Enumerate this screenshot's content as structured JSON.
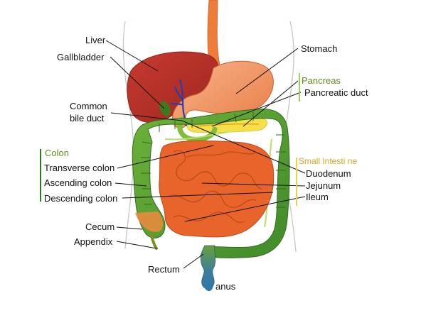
{
  "labels": {
    "liver": "Liver",
    "gallbladder": "Gallbladder",
    "common_bile_duct_1": "Common",
    "common_bile_duct_2": "bile duct",
    "stomach": "Stomach",
    "pancreas": "Pancreas",
    "pancreatic_duct": "Pancreatic duct",
    "colon_group": "Colon",
    "transverse_colon": "Transverse colon",
    "ascending_colon": "Ascending colon",
    "descending_colon": "Descending colon",
    "small_intestine_group": "Small Intesti ne",
    "duodenum": "Duodenum",
    "jejunum": "Jejunum",
    "ileum": "Ileum",
    "cecum": "Cecum",
    "appendix": "Appendix",
    "rectum": "Rectum",
    "anus": "anus"
  },
  "colors": {
    "liver": "#b8322a",
    "stomach": "#f08a5d",
    "pancreas": "#f5e04a",
    "colon": "#4e9a2e",
    "small_intestine": "#e8642a",
    "esophagus": "#ee7d3c",
    "gallbladder": "#3d7a1e",
    "bile_duct": "#2c3fa8",
    "colon_label": "#5a8f1e",
    "small_intestine_label": "#d9a41c"
  }
}
